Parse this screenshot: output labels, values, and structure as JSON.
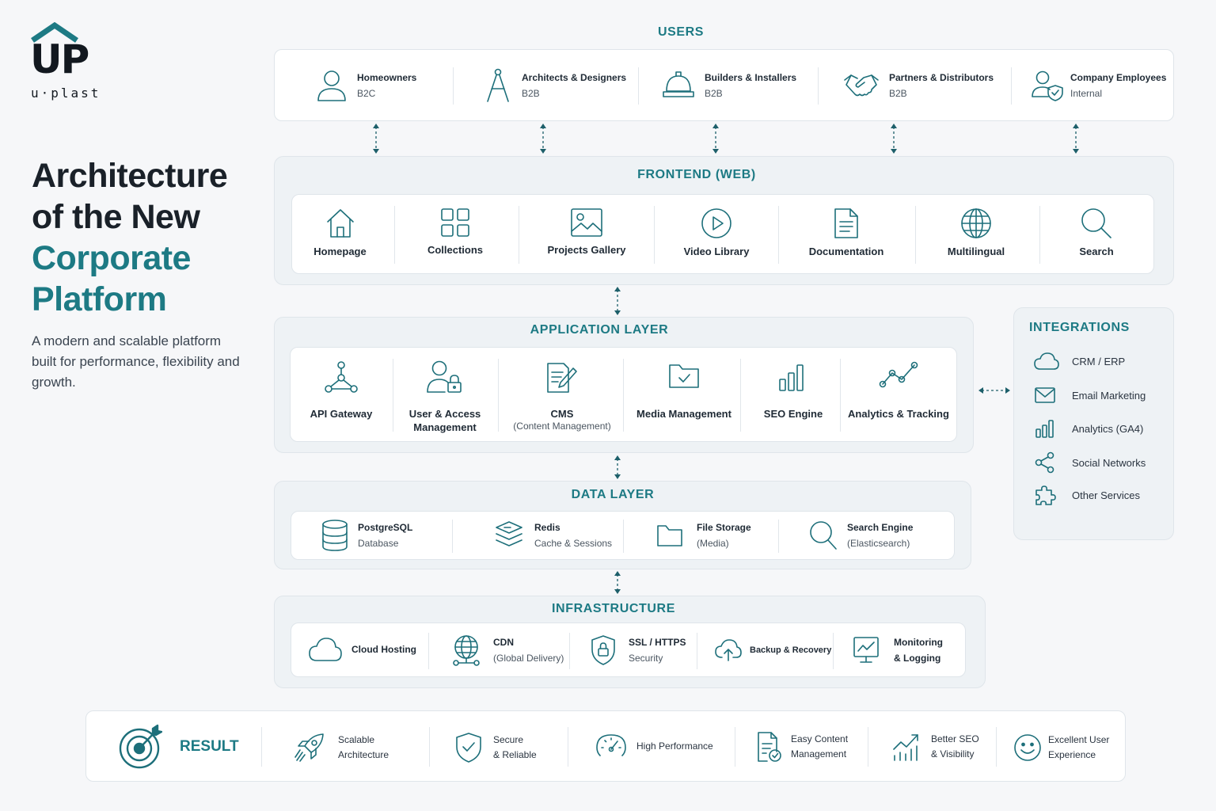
{
  "brand": {
    "mark": "UP",
    "wordmark": "u·plast"
  },
  "title": {
    "line1": "Architecture",
    "line2": "of the New",
    "line3": "Corporate",
    "line4": "Platform"
  },
  "subtitle": "A modern and scalable platform built for performance, flexibility and growth.",
  "users": {
    "heading": "USERS",
    "items": [
      {
        "name": "Homeowners",
        "type": "B2C",
        "icon": "user-icon"
      },
      {
        "name": "Architects & Designers",
        "type": "B2B",
        "icon": "compass-icon"
      },
      {
        "name": "Builders & Installers",
        "type": "B2B",
        "icon": "helmet-icon"
      },
      {
        "name": "Partners & Distributors",
        "type": "B2B",
        "icon": "handshake-icon"
      },
      {
        "name": "Company Employees",
        "type": "Internal",
        "icon": "user-shield-icon"
      }
    ]
  },
  "frontend": {
    "heading": "FRONTEND (WEB)",
    "items": [
      {
        "label": "Homepage",
        "icon": "home-icon"
      },
      {
        "label": "Collections",
        "icon": "grid-icon"
      },
      {
        "label": "Projects Gallery",
        "icon": "image-icon"
      },
      {
        "label": "Video Library",
        "icon": "play-icon"
      },
      {
        "label": "Documentation",
        "icon": "document-icon"
      },
      {
        "label": "Multilingual",
        "icon": "globe-icon"
      },
      {
        "label": "Search",
        "icon": "search-icon"
      }
    ]
  },
  "application": {
    "heading": "APPLICATION LAYER",
    "items": [
      {
        "label": "API Gateway",
        "sub": "",
        "icon": "network-icon"
      },
      {
        "label": "User & Access",
        "label2": "Management",
        "sub": "",
        "icon": "user-lock-icon"
      },
      {
        "label": "CMS",
        "sub": "(Content Management)",
        "icon": "edit-document-icon"
      },
      {
        "label": "Media Management",
        "sub": "",
        "icon": "folder-check-icon"
      },
      {
        "label": "SEO Engine",
        "sub": "",
        "icon": "bar-chart-icon"
      },
      {
        "label": "Analytics & Tracking",
        "sub": "",
        "icon": "line-chart-icon"
      }
    ]
  },
  "data_layer": {
    "heading": "DATA LAYER",
    "items": [
      {
        "name": "PostgreSQL",
        "desc": "Database",
        "icon": "database-icon"
      },
      {
        "name": "Redis",
        "desc": "Cache & Sessions",
        "icon": "layers-icon"
      },
      {
        "name": "File Storage",
        "desc": "(Media)",
        "icon": "folder-icon"
      },
      {
        "name": "Search Engine",
        "desc": "(Elasticsearch)",
        "icon": "search-icon"
      }
    ]
  },
  "infrastructure": {
    "heading": "INFRASTRUCTURE",
    "items": [
      {
        "name": "Cloud Hosting",
        "desc": "",
        "icon": "cloud-icon"
      },
      {
        "name": "CDN",
        "desc": "(Global Delivery)",
        "icon": "globe-network-icon"
      },
      {
        "name": "SSL / HTTPS",
        "desc": "Security",
        "icon": "shield-lock-icon"
      },
      {
        "name": "Backup & Recovery",
        "desc": "",
        "icon": "cloud-upload-icon"
      },
      {
        "name": "Monitoring",
        "desc": "& Logging",
        "icon": "monitor-chart-icon"
      }
    ]
  },
  "integrations": {
    "heading": "INTEGRATIONS",
    "items": [
      {
        "label": "CRM / ERP",
        "icon": "cloud-icon"
      },
      {
        "label": "Email Marketing",
        "icon": "mail-icon"
      },
      {
        "label": "Analytics (GA4)",
        "icon": "bar-chart-icon"
      },
      {
        "label": "Social Networks",
        "icon": "share-icon"
      },
      {
        "label": "Other Services",
        "icon": "puzzle-icon"
      }
    ]
  },
  "result": {
    "heading": "RESULT",
    "items": [
      {
        "l1": "Scalable",
        "l2": "Architecture",
        "icon": "rocket-icon"
      },
      {
        "l1": "Secure",
        "l2": "& Reliable",
        "icon": "shield-check-icon"
      },
      {
        "l1": "High Performance",
        "l2": "",
        "icon": "speedometer-icon"
      },
      {
        "l1": "Easy Content",
        "l2": "Management",
        "icon": "document-check-icon"
      },
      {
        "l1": "Better SEO",
        "l2": "& Visibility",
        "icon": "growth-chart-icon"
      },
      {
        "l1": "Excellent User",
        "l2": "Experience",
        "icon": "smile-icon"
      }
    ]
  },
  "colors": {
    "accent": "#1d7a84",
    "text": "#1a2129",
    "panel": "#ffffff",
    "background": "#f6f7f9"
  }
}
